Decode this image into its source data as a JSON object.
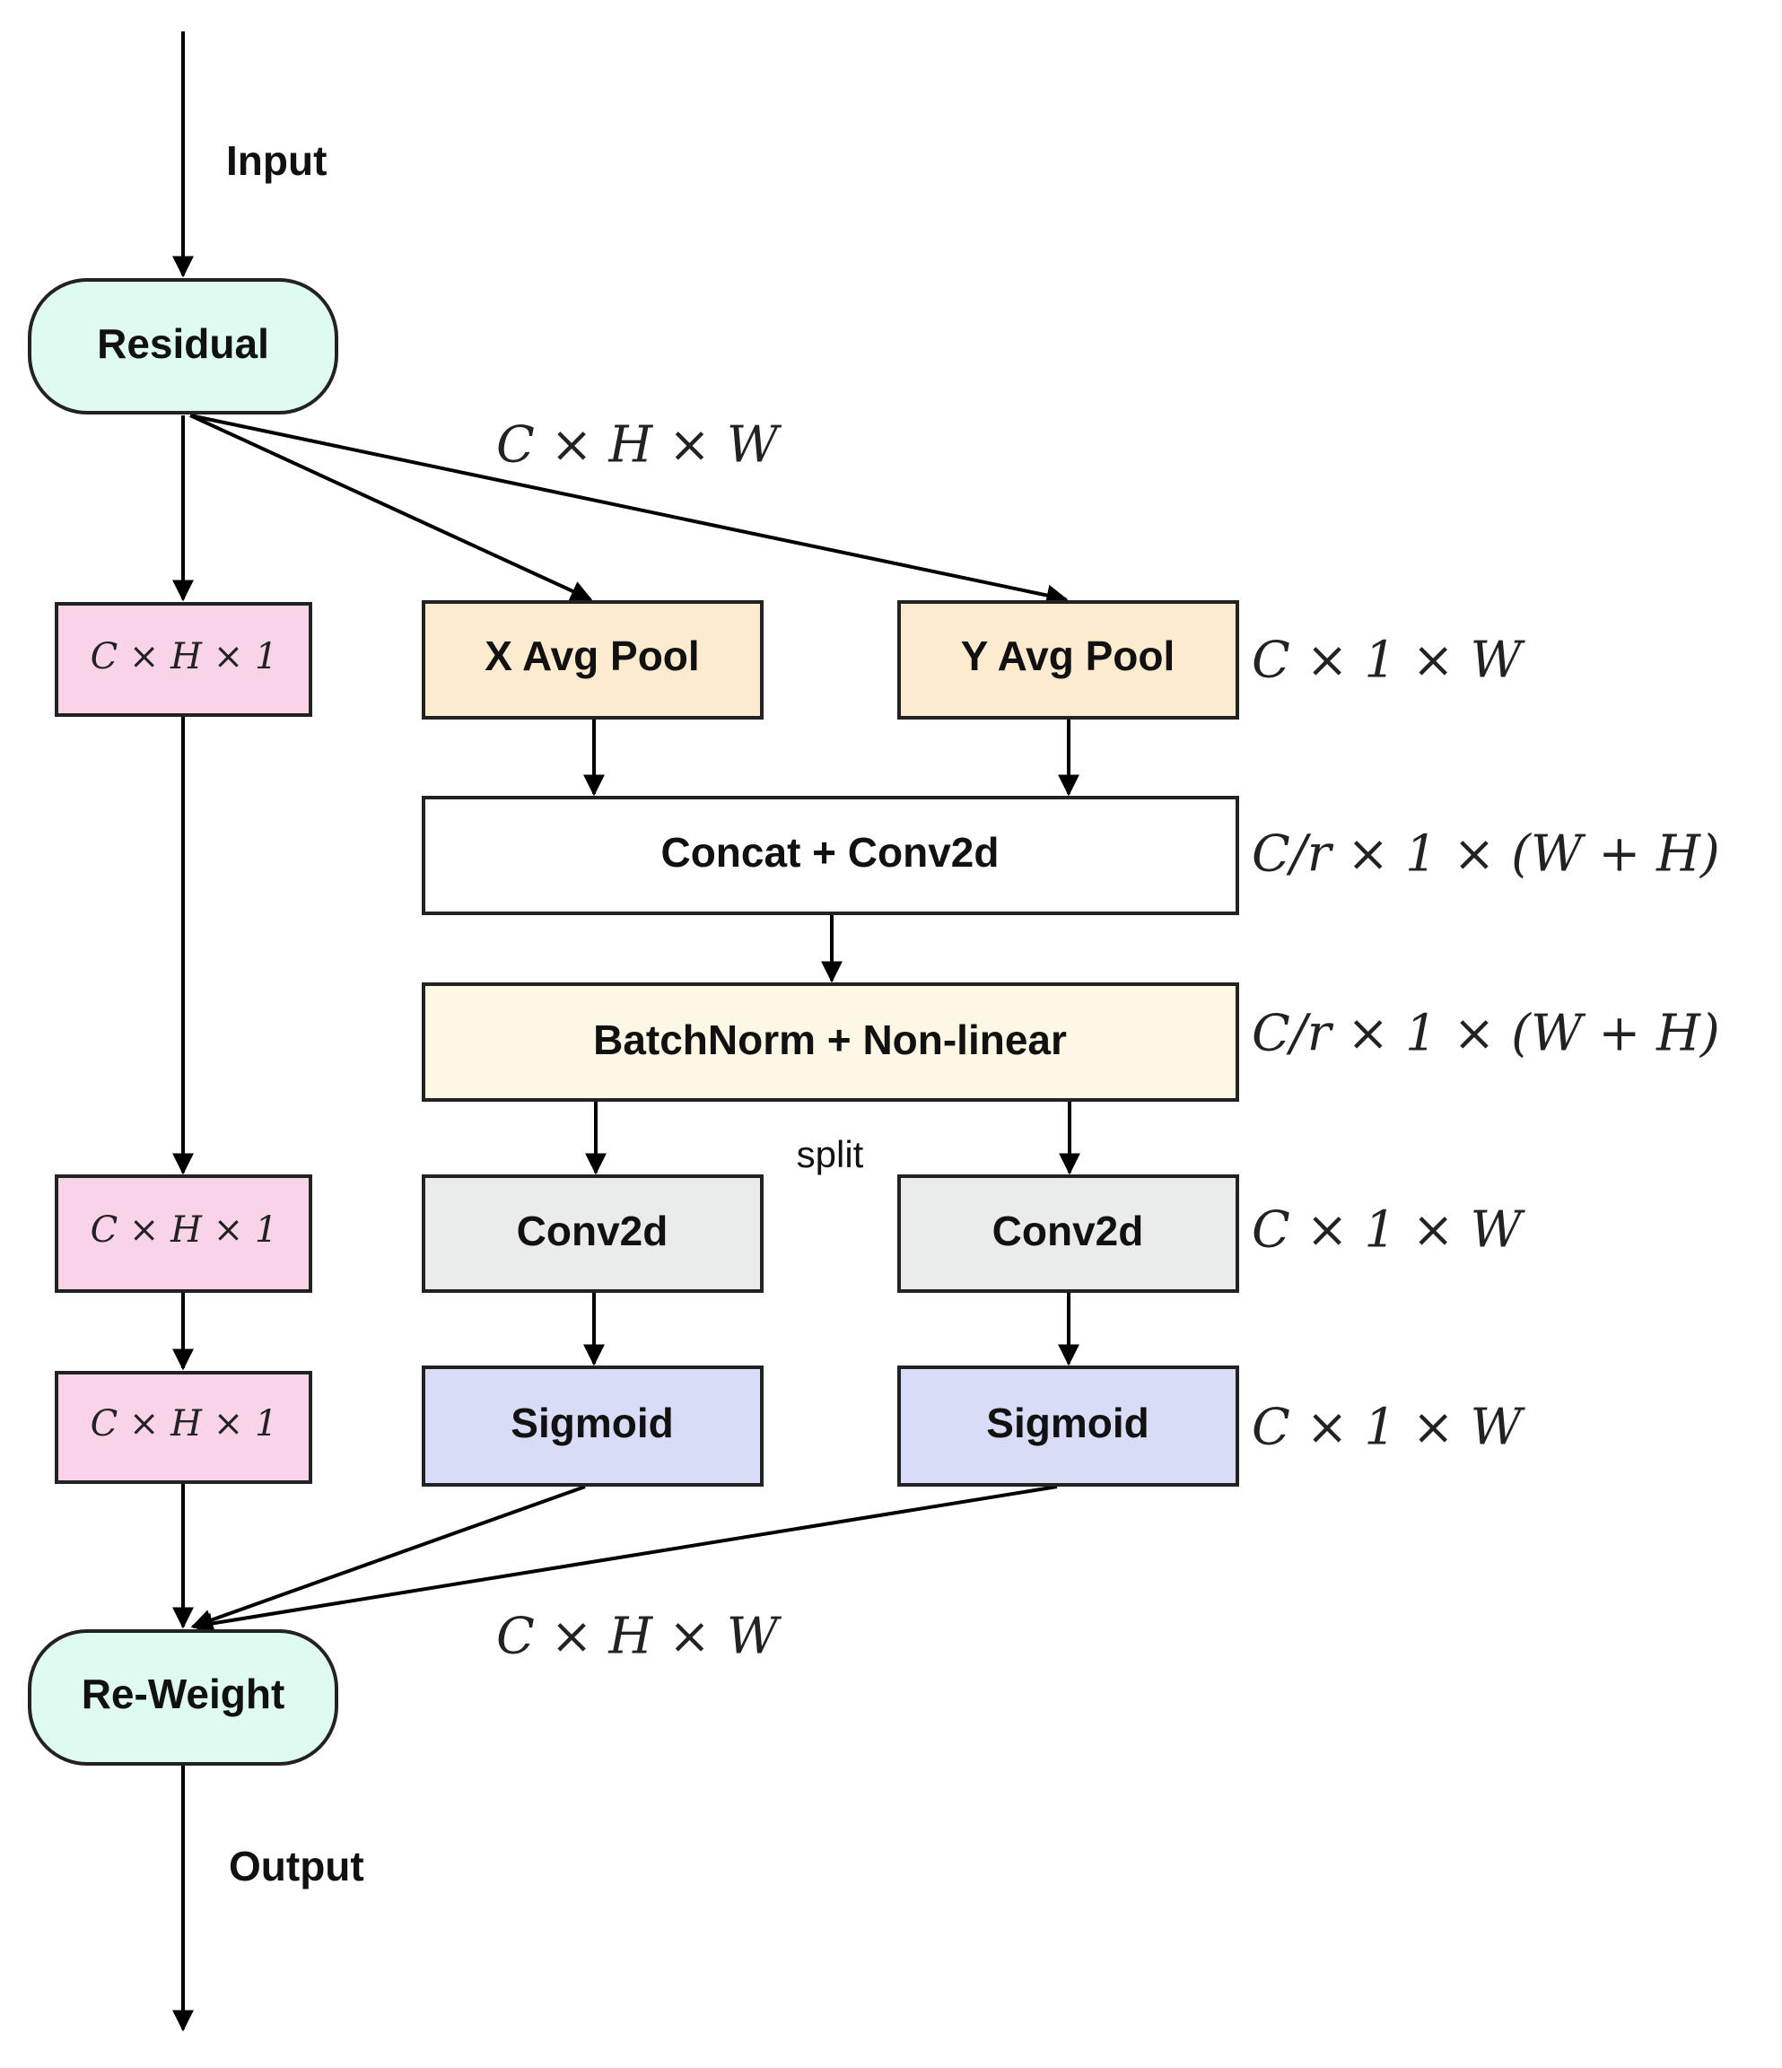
{
  "labels": {
    "input": "Input",
    "output": "Output",
    "split": "split"
  },
  "nodes": {
    "residual": "Residual",
    "x_avg_pool": "X Avg Pool",
    "y_avg_pool": "Y Avg Pool",
    "concat_conv": "Concat + Conv2d",
    "batchnorm": "BatchNorm + Non-linear",
    "conv_left": "Conv2d",
    "conv_right": "Conv2d",
    "sigmoid_left": "Sigmoid",
    "sigmoid_right": "Sigmoid",
    "reweight": "Re-Weight",
    "side_box_1": "C × H × 1",
    "side_box_2": "C × H × 1",
    "side_box_3": "C × H × 1"
  },
  "dims": {
    "top": "C × H × W",
    "pool": "C × 1 × W",
    "concat": "C/r × 1 × (W + H)",
    "batchnorm": "C/r × 1 × (W + H)",
    "conv": "C × 1 × W",
    "sigmoid": "C × 1 × W",
    "bottom": "C × H × W"
  },
  "colors": {
    "terminal": "#dffaf0",
    "side_box": "#f9d4e8",
    "pool": "#fdebd0",
    "concat": "#ffffff",
    "batchnorm": "#fdf8e6",
    "conv": "#eaecec",
    "sigmoid": "#d9dcf7",
    "line": "#000000"
  }
}
